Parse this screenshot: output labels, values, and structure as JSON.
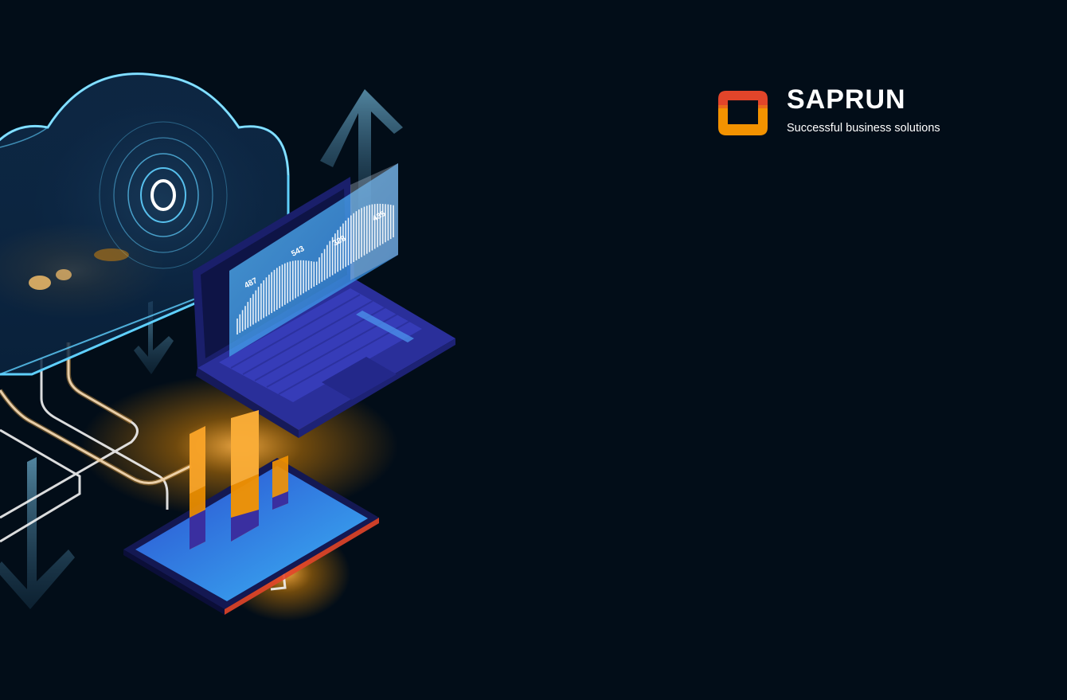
{
  "brand": {
    "name": "SAPRUN",
    "tagline": "Successful business solutions",
    "colors": {
      "orange": "#f39200",
      "red": "#e2452a",
      "background": "#020d18"
    }
  },
  "illustration": {
    "screen_values": [
      "487",
      "543",
      "328",
      "435"
    ],
    "icons": [
      "cloud-icon",
      "laptop-icon",
      "tablet-icon",
      "arrow-up-icon",
      "arrow-down-icon"
    ]
  }
}
